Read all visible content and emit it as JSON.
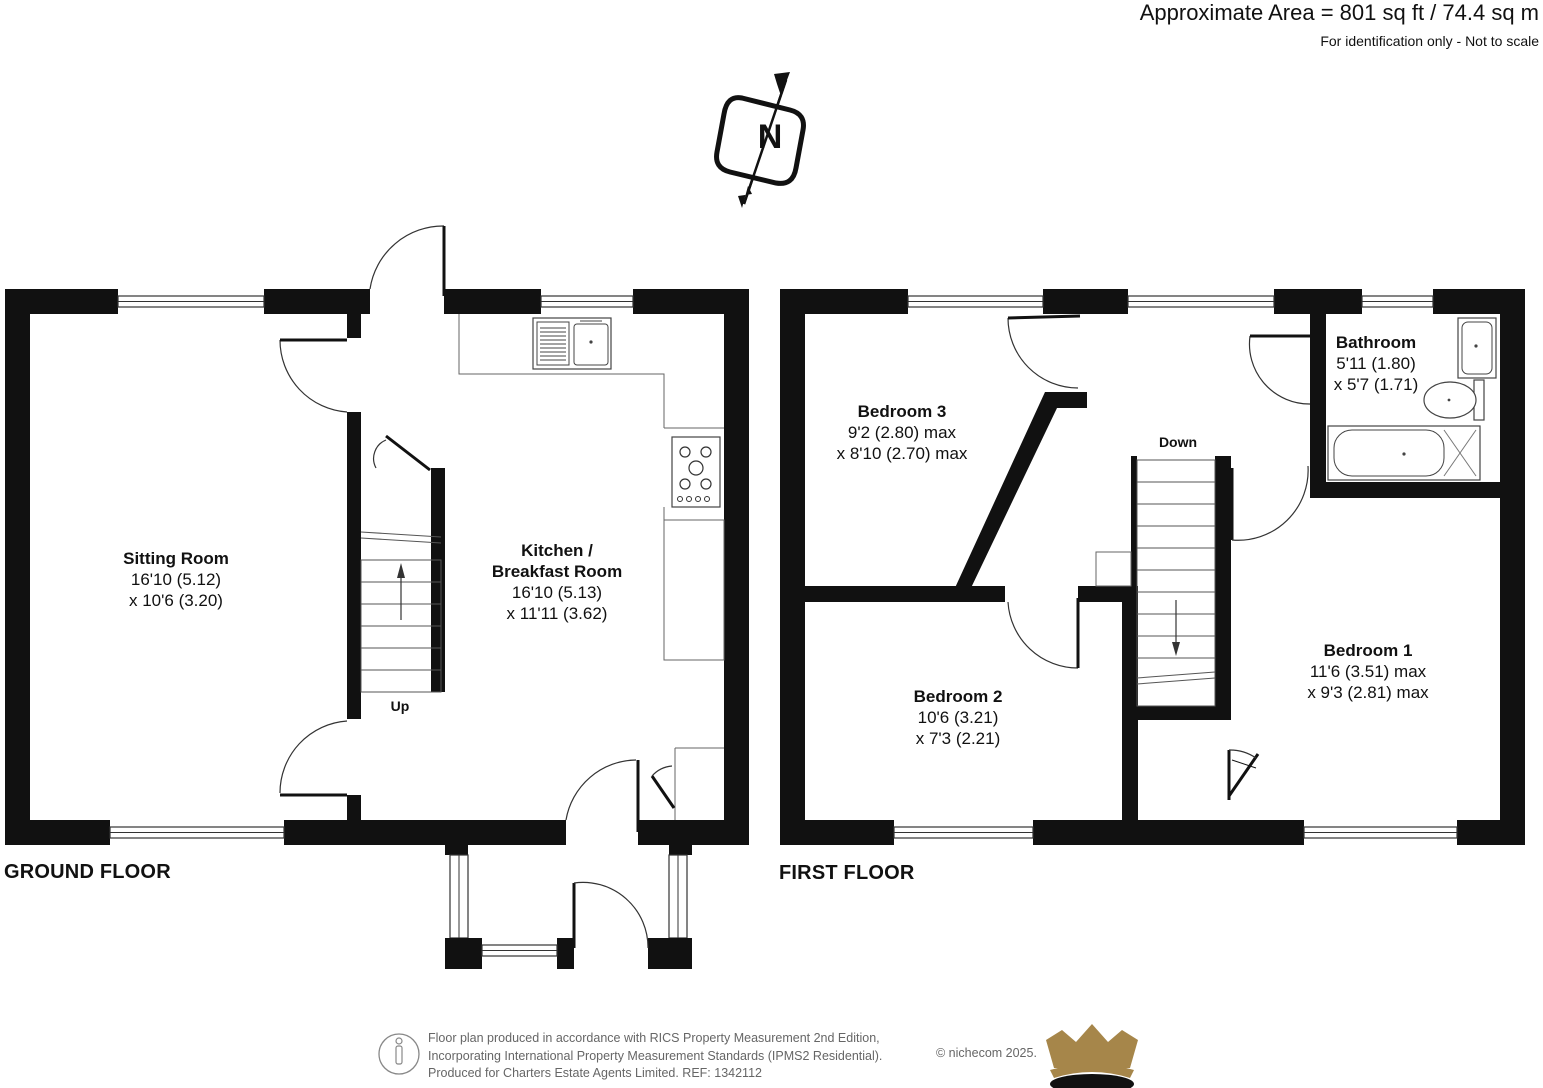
{
  "header": {
    "area": "Approximate Area = 801 sq ft / 74.4 sq m",
    "note": "For identification only - Not to scale"
  },
  "compass": {
    "label": "N"
  },
  "floors": {
    "ground": {
      "label": "GROUND FLOOR",
      "stairs_label": "Up",
      "rooms": {
        "sitting": {
          "name": "Sitting Room",
          "dim1": "16'10 (5.12)",
          "dim2": "x 10'6 (3.20)"
        },
        "kitchen": {
          "name1": "Kitchen /",
          "name2": "Breakfast Room",
          "dim1": "16'10 (5.13)",
          "dim2": "x 11'11 (3.62)"
        }
      }
    },
    "first": {
      "label": "FIRST FLOOR",
      "stairs_label": "Down",
      "rooms": {
        "bedroom3": {
          "name": "Bedroom 3",
          "dim1": "9'2 (2.80) max",
          "dim2": "x 8'10 (2.70) max"
        },
        "bedroom2": {
          "name": "Bedroom 2",
          "dim1": "10'6 (3.21)",
          "dim2": "x 7'3 (2.21)"
        },
        "bedroom1": {
          "name": "Bedroom 1",
          "dim1": "11'6 (3.51) max",
          "dim2": "x 9'3 (2.81) max"
        },
        "bathroom": {
          "name": "Bathroom",
          "dim1": "5'11 (1.80)",
          "dim2": "x 5'7 (1.71)"
        }
      }
    }
  },
  "footer": {
    "line1": "Floor plan produced in accordance with RICS Property Measurement 2nd Edition,",
    "line2": "Incorporating International Property Measurement Standards (IPMS2 Residential).",
    "line3": "Produced for Charters Estate Agents Limited.   REF: 1342112",
    "copyright": "© nichecom 2025."
  }
}
